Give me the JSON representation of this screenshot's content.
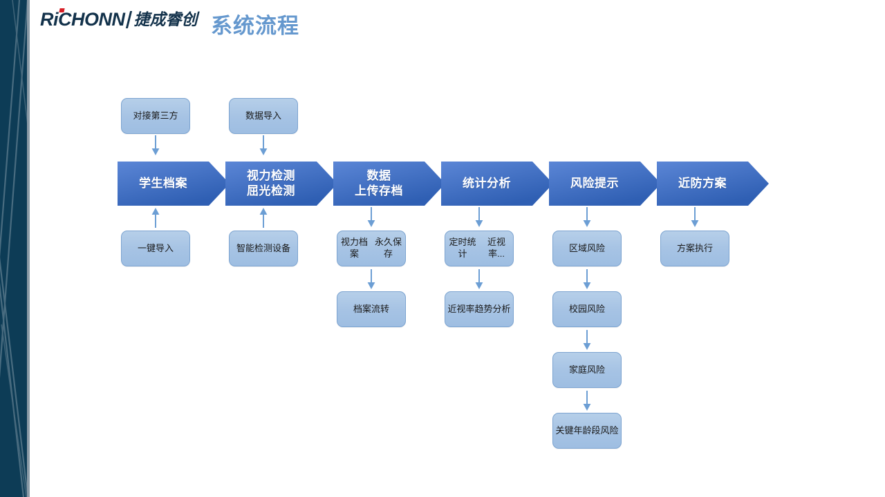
{
  "header": {
    "logo_mark": "RiCHONN",
    "logo_cn": "捷成睿创",
    "title": "系统流程",
    "title_color": "#6598ce",
    "logo_color": "#13324b",
    "logo_accent": "#d81f26"
  },
  "theme": {
    "band_navy": "#0d3c56",
    "band_stripe": "#8a9aa6",
    "chevron_from": "#5b86d6",
    "chevron_to": "#2f5fb3",
    "box_from": "#b6cfe9",
    "box_to": "#9ebee2",
    "box_border": "#7ba3d0",
    "arrow_color": "#6c9ed4",
    "page_bg": "#ffffff"
  },
  "flow": {
    "steps": [
      {
        "id": "student-archive",
        "title_lines": [
          "学生档案"
        ],
        "above": {
          "label": "对接第三方",
          "arrow": "down"
        },
        "below": [
          {
            "label": "一键导入",
            "arrow": "up"
          }
        ]
      },
      {
        "id": "vision-refraction-test",
        "title_lines": [
          "视力检测",
          "屈光检测"
        ],
        "above": {
          "label": "数据导入",
          "arrow": "down"
        },
        "below": [
          {
            "label": "智能检测\n设备",
            "arrow": "up"
          }
        ]
      },
      {
        "id": "data-upload-archive",
        "title_lines": [
          "数据",
          "上传存档"
        ],
        "above": null,
        "below": [
          {
            "label": "视力档案\n永久保存",
            "arrow": "down"
          },
          {
            "label": "档案流转",
            "arrow": "down"
          }
        ]
      },
      {
        "id": "statistical-analysis",
        "title_lines": [
          "统计分析"
        ],
        "above": null,
        "below": [
          {
            "label": "定时统计\n近视率...",
            "arrow": "down"
          },
          {
            "label": "近视率\n趋势分析",
            "arrow": "down"
          }
        ]
      },
      {
        "id": "risk-alert",
        "title_lines": [
          "风险提示"
        ],
        "above": null,
        "below": [
          {
            "label": "区域风险",
            "arrow": "down"
          },
          {
            "label": "校园风险",
            "arrow": "down"
          },
          {
            "label": "家庭风险",
            "arrow": "down"
          },
          {
            "label": "关键年龄段\n风险",
            "arrow": "down"
          }
        ]
      },
      {
        "id": "myopia-prevention-plan",
        "title_lines": [
          "近防方案"
        ],
        "above": null,
        "below": [
          {
            "label": "方案执行",
            "arrow": "down"
          }
        ]
      }
    ]
  }
}
